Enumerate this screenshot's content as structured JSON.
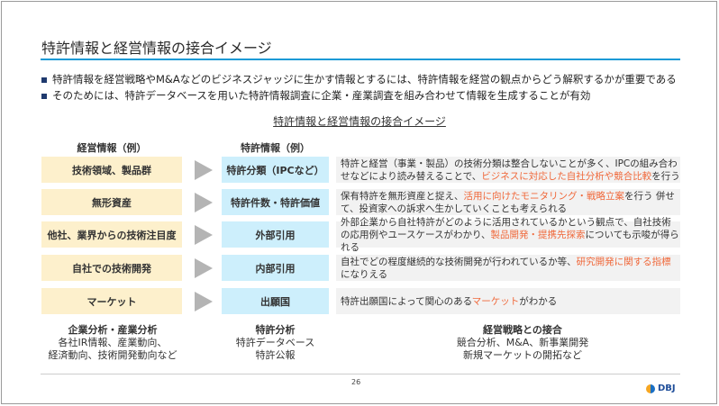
{
  "title": "特許情報と経営情報の接合イメージ",
  "bullets": [
    "特許情報を経営戦略やM&Aなどのビジネスジャッジに生かす情報とするには、特許情報を経営の観点からどう解釈するかが重要である",
    "そのためには、特許データベースを用いた特許情報調査に企業・産業調査を組み合わせて情報を生成することが有効"
  ],
  "subtitle": "特許情報と経営情報の接合イメージ",
  "headers": {
    "management": "経営情報（例）",
    "patent": "特許情報（例）"
  },
  "rows": [
    {
      "management": "技術領域、製品群",
      "patent": "特許分類（IPCなど）",
      "desc": [
        {
          "t": "特許と経営（事業・製品）の技術分類は整合しないことが多く、IPCの組み合わせなどにより読み替えることで、"
        },
        {
          "t": "ビジネスに対応した自社分析や競合比較",
          "hl": true
        },
        {
          "t": "を行う"
        }
      ]
    },
    {
      "management": "無形資産",
      "patent": "特許件数・特許価値",
      "desc": [
        {
          "t": "保有特許を無形資産と捉え、"
        },
        {
          "t": "活用に向けたモニタリング・戦略立案",
          "hl": true
        },
        {
          "t": "を行う 併せて、投資家への訴求へ生かしていくことも考えられる"
        }
      ]
    },
    {
      "management": "他社、業界からの技術注目度",
      "patent": "外部引用",
      "desc": [
        {
          "t": "外部企業から自社特許がどのように活用されているかという観点で、自社技術の応用例やユースケースがわかり、"
        },
        {
          "t": "製品開発・提携先探索",
          "hl": true
        },
        {
          "t": "についても示唆が得られる"
        }
      ]
    },
    {
      "management": "自社での技術開発",
      "patent": "内部引用",
      "desc": [
        {
          "t": "自社でどの程度継続的な技術開発が行われているか等、"
        },
        {
          "t": "研究開発に関する指標",
          "hl": true
        },
        {
          "t": "になりえる"
        }
      ]
    },
    {
      "management": "マーケット",
      "patent": "出願国",
      "desc": [
        {
          "t": "特許出願国によって関心のある"
        },
        {
          "t": "マーケット",
          "hl": true
        },
        {
          "t": "がわかる"
        }
      ]
    }
  ],
  "bottom": [
    {
      "title": "企業分析・産業分析",
      "lines": [
        "各社IR情報、産業動向、",
        "経済動向、技術開発動向など"
      ]
    },
    {
      "title": "特許分析",
      "lines": [
        "特許データベース",
        "特許公報"
      ]
    },
    {
      "title": "経営戦略との接合",
      "lines": [
        "競合分析、M&A、新事業開発",
        "新規マーケットの開拓など"
      ]
    }
  ],
  "page_number": "26",
  "logo": "DBJ",
  "colors": {
    "accent": "#1a9ad6",
    "highlight": "#f0683a",
    "management_box": "#fdf0cc",
    "patent_box": "#cdeffc"
  }
}
